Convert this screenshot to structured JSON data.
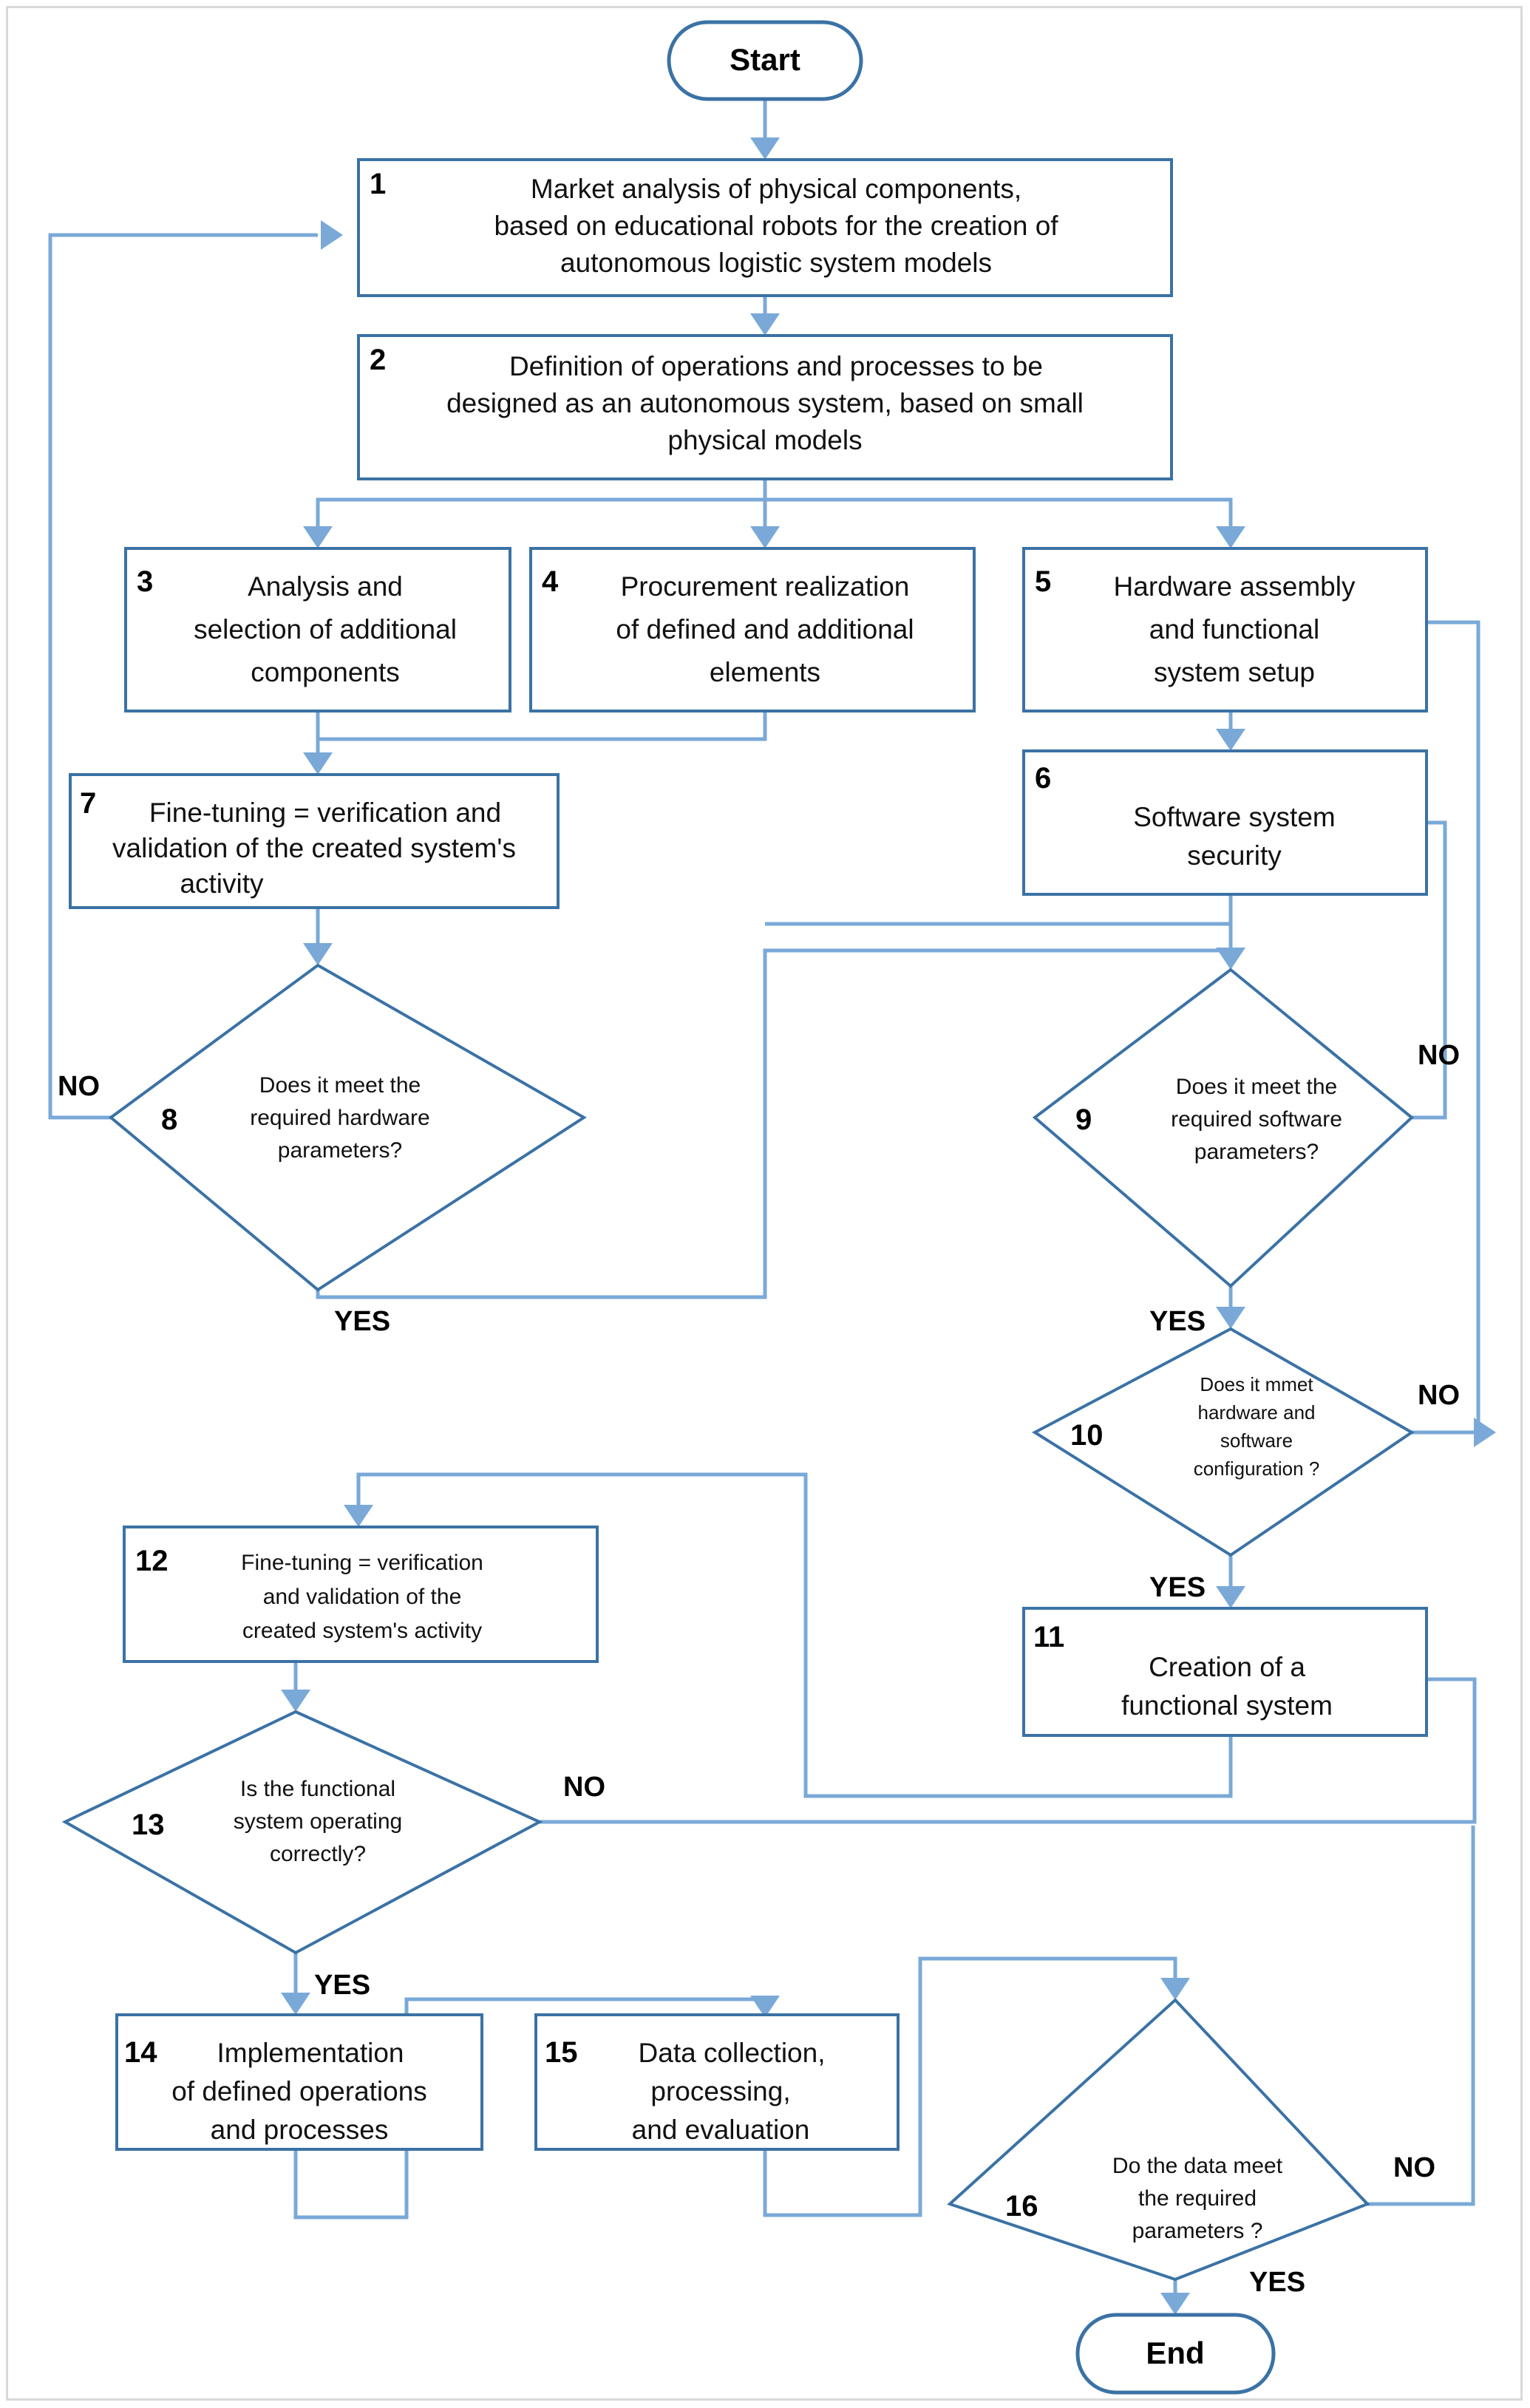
{
  "diagram": {
    "type": "flowchart",
    "title_visible": false,
    "colors": {
      "shape_outline": "#3b72a5",
      "connector": "#7aa9d8",
      "shape_fill": "#ffffff",
      "frame_border": "#d9d9d9",
      "text": "#111111"
    },
    "terminals": {
      "start": "Start",
      "end": "End"
    },
    "branch_labels": {
      "yes": "YES",
      "no": "NO"
    },
    "nodes": [
      {
        "id": 1,
        "number": "1",
        "shape": "process",
        "lines": [
          "Market analysis of physical components,",
          "based on educational robots for the creation of",
          "autonomous logistic system models"
        ]
      },
      {
        "id": 2,
        "number": "2",
        "shape": "process",
        "lines": [
          "Definition of operations and processes to be",
          "designed as an autonomous system, based on small",
          "physical models"
        ]
      },
      {
        "id": 3,
        "number": "3",
        "shape": "process",
        "lines": [
          "Analysis  and",
          "selection of additional",
          "components"
        ]
      },
      {
        "id": 4,
        "number": "4",
        "shape": "process",
        "lines": [
          "Procurement realization",
          "of defined and additional",
          "elements"
        ]
      },
      {
        "id": 5,
        "number": "5",
        "shape": "process",
        "lines": [
          "Hardware assembly",
          "and functional",
          "system setup"
        ]
      },
      {
        "id": 6,
        "number": "6",
        "shape": "process",
        "lines": [
          "Software system",
          "security"
        ]
      },
      {
        "id": 7,
        "number": "7",
        "shape": "process",
        "lines": [
          "Fine-tuning = verification and",
          "validation of the created system's",
          "activity"
        ]
      },
      {
        "id": 8,
        "number": "8",
        "shape": "decision",
        "lines": [
          "Does it meet the",
          "required hardware",
          "parameters?"
        ],
        "yes": "YES",
        "no": "NO"
      },
      {
        "id": 9,
        "number": "9",
        "shape": "decision",
        "lines": [
          "Does it meet the",
          "required software",
          "parameters?"
        ],
        "yes": "YES",
        "no": "NO"
      },
      {
        "id": 10,
        "number": "10",
        "shape": "decision",
        "lines": [
          "Does it mmet",
          "hardware and",
          "software",
          "configuration  ?"
        ],
        "yes": "YES",
        "no": "NO"
      },
      {
        "id": 11,
        "number": "11",
        "shape": "process",
        "lines": [
          "Creation of a",
          "functional system"
        ]
      },
      {
        "id": 12,
        "number": "12",
        "shape": "process",
        "lines": [
          "Fine-tuning = verification",
          "and validation of the",
          "created system's activity"
        ]
      },
      {
        "id": 13,
        "number": "13",
        "shape": "decision",
        "lines": [
          "Is the functional",
          "system operating",
          "correctly?"
        ],
        "yes": "YES",
        "no": "NO"
      },
      {
        "id": 14,
        "number": "14",
        "shape": "process",
        "lines": [
          "Implementation",
          "of defined operations",
          "and processes"
        ]
      },
      {
        "id": 15,
        "number": "15",
        "shape": "process",
        "lines": [
          "Data collection,",
          "processing,",
          "and evaluation"
        ]
      },
      {
        "id": 16,
        "number": "16",
        "shape": "decision",
        "lines": [
          "Do the data meet",
          "the required",
          "parameters ?"
        ],
        "yes": "YES",
        "no": "NO"
      }
    ],
    "edges": [
      {
        "from": "start",
        "to": "1",
        "label": ""
      },
      {
        "from": "1",
        "to": "2",
        "label": ""
      },
      {
        "from": "2",
        "to": "3",
        "label": ""
      },
      {
        "from": "2",
        "to": "4",
        "label": ""
      },
      {
        "from": "2",
        "to": "5",
        "label": ""
      },
      {
        "from": "3",
        "to": "7",
        "label": ""
      },
      {
        "from": "4",
        "to": "7",
        "label": ""
      },
      {
        "from": "5",
        "to": "6",
        "label": ""
      },
      {
        "from": "7",
        "to": "8",
        "label": ""
      },
      {
        "from": "8",
        "to": "1",
        "label": "NO"
      },
      {
        "from": "8",
        "to": "9",
        "label": "YES"
      },
      {
        "from": "6",
        "to": "9",
        "label": ""
      },
      {
        "from": "9",
        "to": "6",
        "label": "NO"
      },
      {
        "from": "9",
        "to": "10",
        "label": "YES"
      },
      {
        "from": "10",
        "to": "5",
        "label": "NO"
      },
      {
        "from": "10",
        "to": "11",
        "label": "YES"
      },
      {
        "from": "11",
        "to": "12",
        "label": ""
      },
      {
        "from": "12",
        "to": "13",
        "label": ""
      },
      {
        "from": "13",
        "to": "11",
        "label": "NO"
      },
      {
        "from": "13",
        "to": "14",
        "label": "YES"
      },
      {
        "from": "14",
        "to": "15",
        "label": ""
      },
      {
        "from": "15",
        "to": "16",
        "label": ""
      },
      {
        "from": "16",
        "to": "5",
        "label": "NO"
      },
      {
        "from": "16",
        "to": "end",
        "label": "YES"
      }
    ]
  }
}
